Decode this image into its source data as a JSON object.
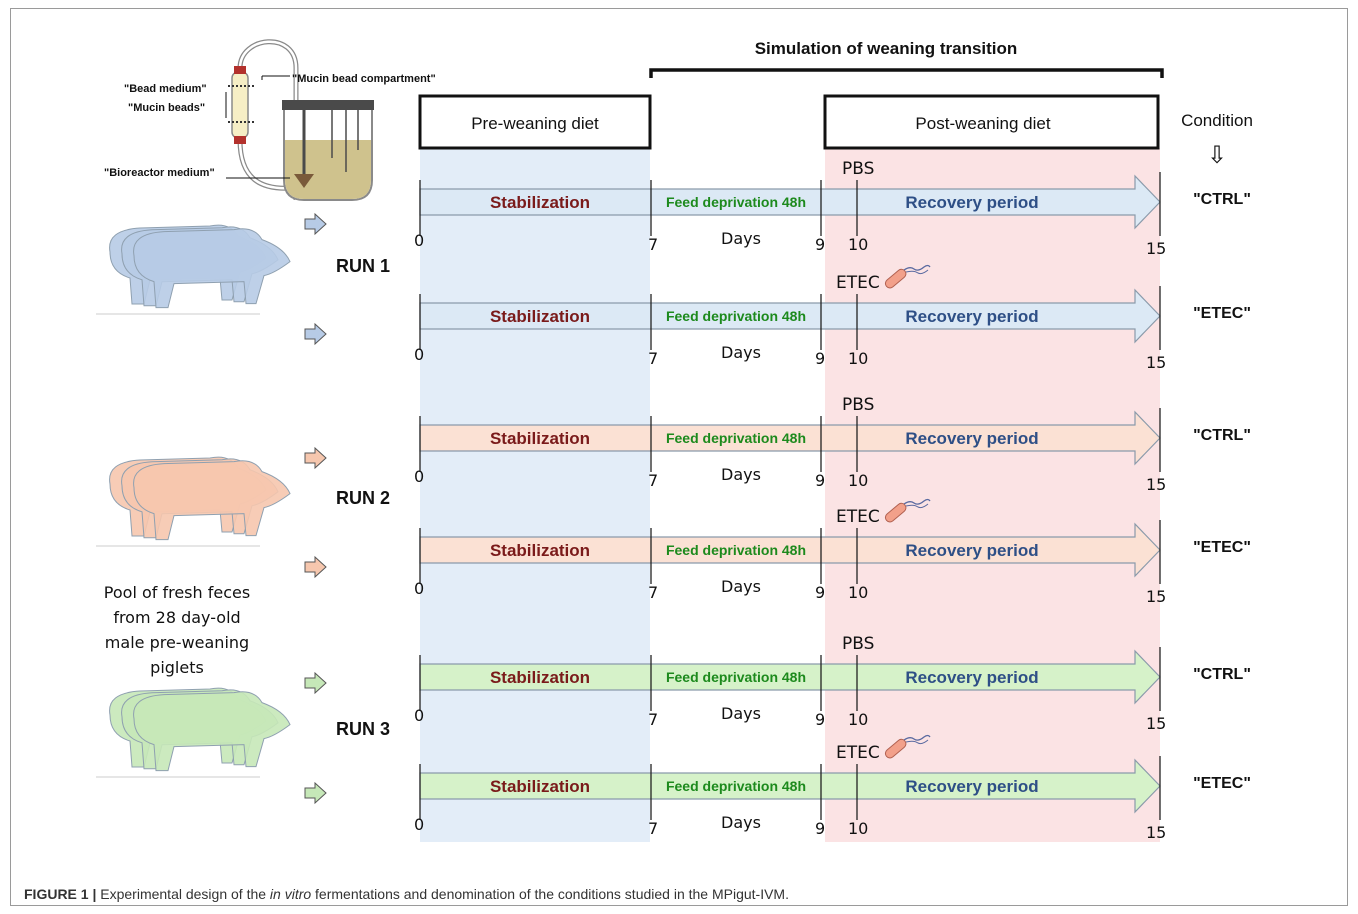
{
  "header": {
    "bracket_title": "Simulation of weaning transition",
    "pre_weaning_box": "Pre-weaning diet",
    "post_weaning_box": "Post-weaning diet",
    "condition_header": "Condition",
    "condition_arrow": "⇩"
  },
  "bioreactor": {
    "bead_medium": "\"Bead medium\"",
    "mucin_beads": "\"Mucin beads\"",
    "mucin_bead_compartment": "\"Mucin bead compartment\"",
    "bioreactor_medium": "\"Bioreactor medium\""
  },
  "pool_text": [
    "Pool of fresh feces",
    "from 28 day-old",
    "male pre-weaning",
    "piglets"
  ],
  "runs": [
    {
      "label": "RUN 1",
      "color": "#dce9f5",
      "pig_color": "#b7cbe6"
    },
    {
      "label": "RUN 2",
      "color": "#fbe1d4",
      "pig_color": "#f6c7ae"
    },
    {
      "label": "RUN 3",
      "color": "#d6f2c9",
      "pig_color": "#c6e8b8"
    }
  ],
  "timeline": {
    "stabilization": "Stabilization",
    "feed_deprivation": "Feed deprivation 48h",
    "recovery": "Recovery period",
    "days_label": "Days",
    "ticks": [
      "0",
      "7",
      "9",
      "10",
      "15"
    ]
  },
  "rows": [
    {
      "marker": "PBS",
      "condition": "\"CTRL\""
    },
    {
      "marker": "ETEC",
      "condition": "\"ETEC\""
    },
    {
      "marker": "PBS",
      "condition": "\"CTRL\""
    },
    {
      "marker": "ETEC",
      "condition": "\"ETEC\""
    },
    {
      "marker": "PBS",
      "condition": "\"CTRL\""
    },
    {
      "marker": "ETEC",
      "condition": "\"ETEC\""
    }
  ],
  "caption": {
    "label": "FIGURE 1 |",
    "text_before": " Experimental design of the ",
    "italic": "in vitro",
    "text_after": " fermentations and denomination of the conditions studied in the MPigut-IVM."
  },
  "colors": {
    "pre_weaning_band": "#e3edf8",
    "post_weaning_band": "#fbe3e4",
    "stabilization_text": "#7a1a1a",
    "feed_text": "#1d8a1d",
    "recovery_text": "#2e4f86"
  }
}
